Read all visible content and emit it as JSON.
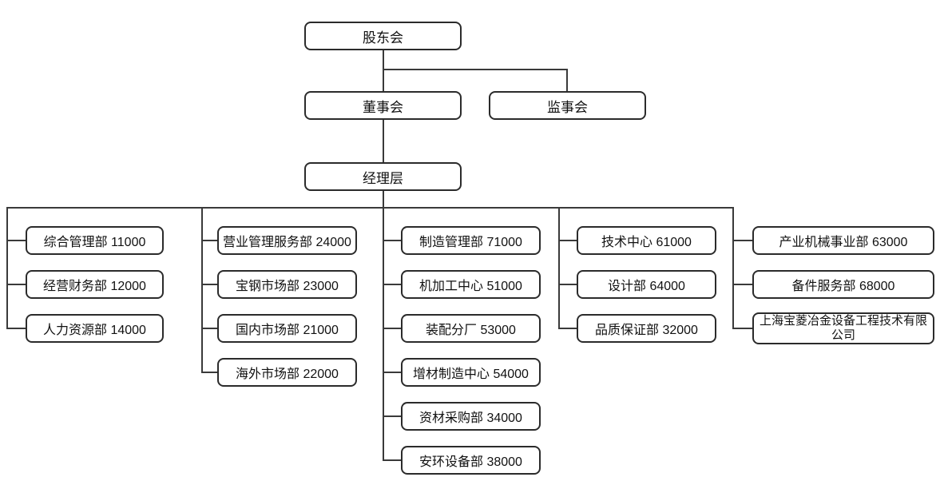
{
  "diagram": {
    "type": "org-chart",
    "colors": {
      "background": "#ffffff",
      "node_border": "#2b2b2b",
      "node_fill": "#ffffff",
      "text": "#111111",
      "connector": "#3a3a3a"
    },
    "root": {
      "label": "股东会"
    },
    "board": {
      "label": "董事会"
    },
    "supervisory": {
      "label": "监事会"
    },
    "management": {
      "label": "经理层"
    },
    "columns": [
      {
        "items": [
          {
            "label": "综合管理部 11000"
          },
          {
            "label": "经营财务部 12000"
          },
          {
            "label": "人力资源部 14000"
          }
        ]
      },
      {
        "items": [
          {
            "label": "营业管理服务部 24000"
          },
          {
            "label": "宝钢市场部 23000"
          },
          {
            "label": "国内市场部 21000"
          },
          {
            "label": "海外市场部 22000"
          }
        ]
      },
      {
        "items": [
          {
            "label": "制造管理部 71000"
          },
          {
            "label": "机加工中心 51000"
          },
          {
            "label": "装配分厂 53000"
          },
          {
            "label": "增材制造中心 54000"
          },
          {
            "label": "资材采购部 34000"
          },
          {
            "label": "安环设备部 38000"
          }
        ]
      },
      {
        "items": [
          {
            "label": "技术中心 61000"
          },
          {
            "label": "设计部 64000"
          },
          {
            "label": "品质保证部 32000"
          }
        ]
      },
      {
        "items": [
          {
            "label": "产业机械事业部 63000"
          },
          {
            "label": "备件服务部 68000"
          },
          {
            "label": "上海宝菱冶金设备工程技术有限公司"
          }
        ]
      }
    ]
  }
}
